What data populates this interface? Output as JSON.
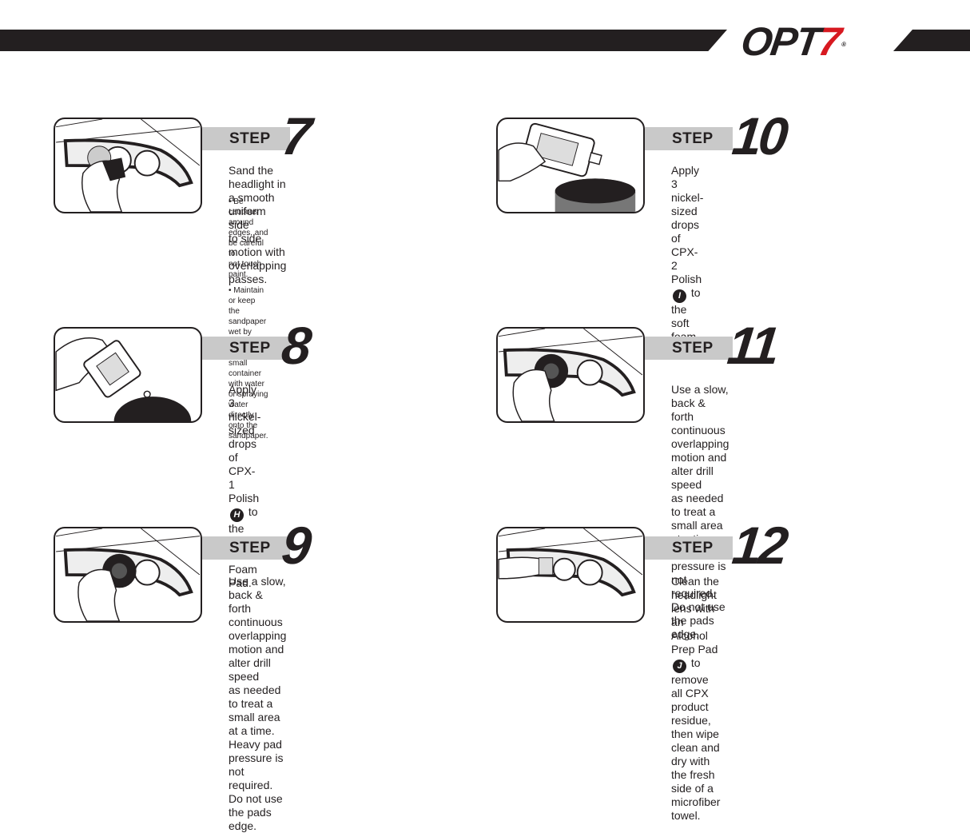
{
  "brand": {
    "logo_main": "OPT",
    "logo_accent": "7",
    "logo_mark": "®",
    "accent_color": "#d71920",
    "dark_color": "#231f20"
  },
  "steps": {
    "s7": {
      "word": "STEP",
      "number": "7",
      "desc": "Sand the headlight in a smooth uniform side\nto side motion with overlapping passes.",
      "bullets": [
        "• Be cautious around edges, and be careful to\n  not touch paint.",
        "• Maintain or keep the sandpaper wet by dunking\n  it into a small container with water or spraying water\n  directly onto the sandpaper."
      ],
      "illustration": "hand-sanding-headlight-icon"
    },
    "s8": {
      "word": "STEP",
      "number": "8",
      "desc_a": "Apply 3 nickel-sized drops of\nCPX-1 Polish",
      "badge": "H",
      "desc_b": "to the the Firm Foam Pad.",
      "illustration": "bottle-onto-firm-pad-icon"
    },
    "s9": {
      "word": "STEP",
      "number": "9",
      "desc": "Use a slow, back & forth continuous\noverlapping motion and alter drill speed\nas needed to treat a small area at a time.\nHeavy pad pressure is not required.\nDo not use the pads edge.",
      "illustration": "drill-polishing-headlight-icon"
    },
    "s10": {
      "word": "STEP",
      "number": "10",
      "desc_a": "Apply 3 nickel-sized drops of\nCPX-2 Polish",
      "badge": "I",
      "desc_b": " to the soft foam pad.",
      "illustration": "bottle-onto-soft-pad-icon"
    },
    "s11": {
      "word": "STEP",
      "number": "11",
      "desc": "Use a slow, back & forth continuous\noverlapping motion and alter drill speed\nas needed to treat a small area at a time.\nHeavy pad pressure is not required.\nDo not use the pads edge.",
      "illustration": "drill-polishing-headlight-icon"
    },
    "s12": {
      "word": "STEP",
      "number": "12",
      "desc_a": "Clean the headlight lens with an Alcohol\nPrep Pad",
      "badge": "J",
      "desc_b": "to remove all CPX product\nresidue, then wipe clean and dry with\nthe fresh side of a microfiber towel.",
      "illustration": "alcohol-pad-wiping-headlight-icon"
    }
  }
}
